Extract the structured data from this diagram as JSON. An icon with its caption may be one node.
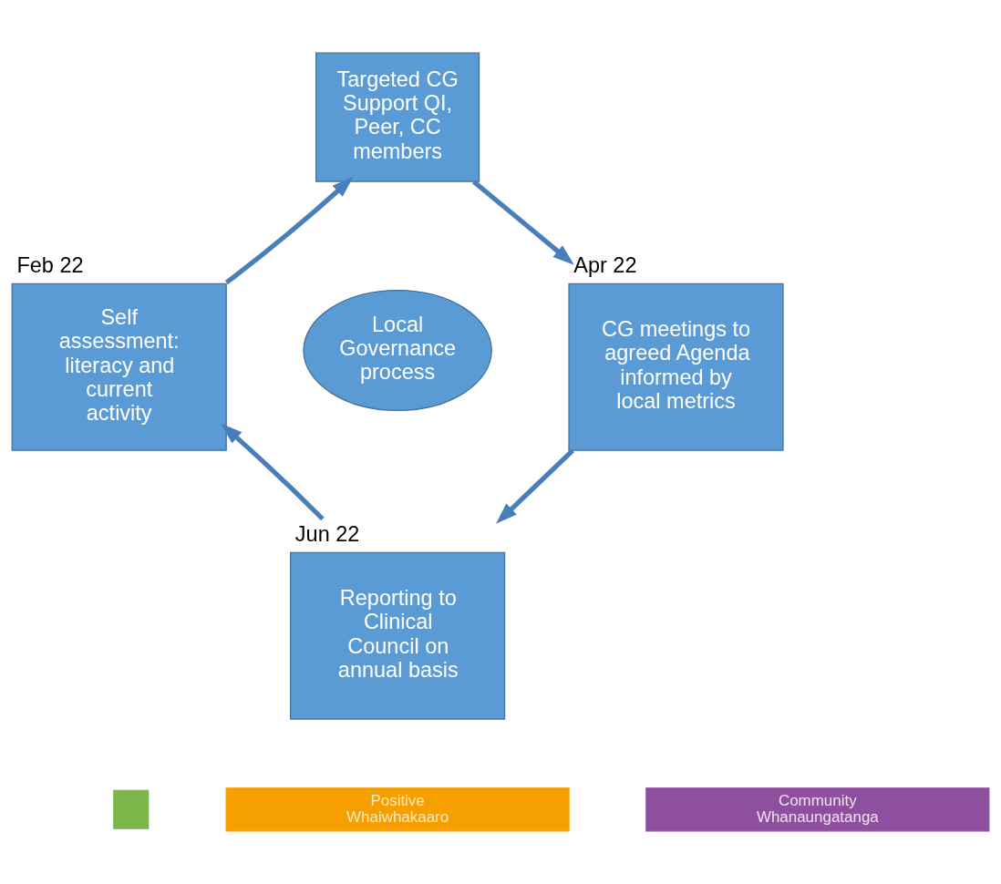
{
  "diagram": {
    "nodes": [
      {
        "text": [
          "Targeted CG Support QI, Peer, CC members"
        ]
      },
      {
        "text": [
          "CG meetings to agreed Agenda informed by local metrics"
        ],
        "beside": [
          "Apr 22"
        ]
      },
      {
        "text": [
          "Reporting to Clinical Council on annual basis"
        ],
        "beside": [
          "Jun 22"
        ]
      },
      {
        "text": [
          "Self assessment: literacy and current activity"
        ],
        "beside": [
          "Feb 22"
        ]
      },
      {
        "text": [
          "Local Governance process"
        ]
      },
      {
        "text": [],
        "shape": "bar"
      },
      {
        "text": [
          "Positive Whaiwhakaaro"
        ]
      },
      {
        "text": [
          "Community Whanaungatanga"
        ]
      }
    ],
    "edges": [
      {
        "from": 0,
        "to": 1,
        "arrow": "to"
      },
      {
        "from": 1,
        "to": 2,
        "arrow": "to"
      },
      {
        "from": 2,
        "to": 3,
        "arrow": "to"
      },
      {
        "from": 3,
        "to": 0,
        "arrow": "to"
      }
    ]
  }
}
